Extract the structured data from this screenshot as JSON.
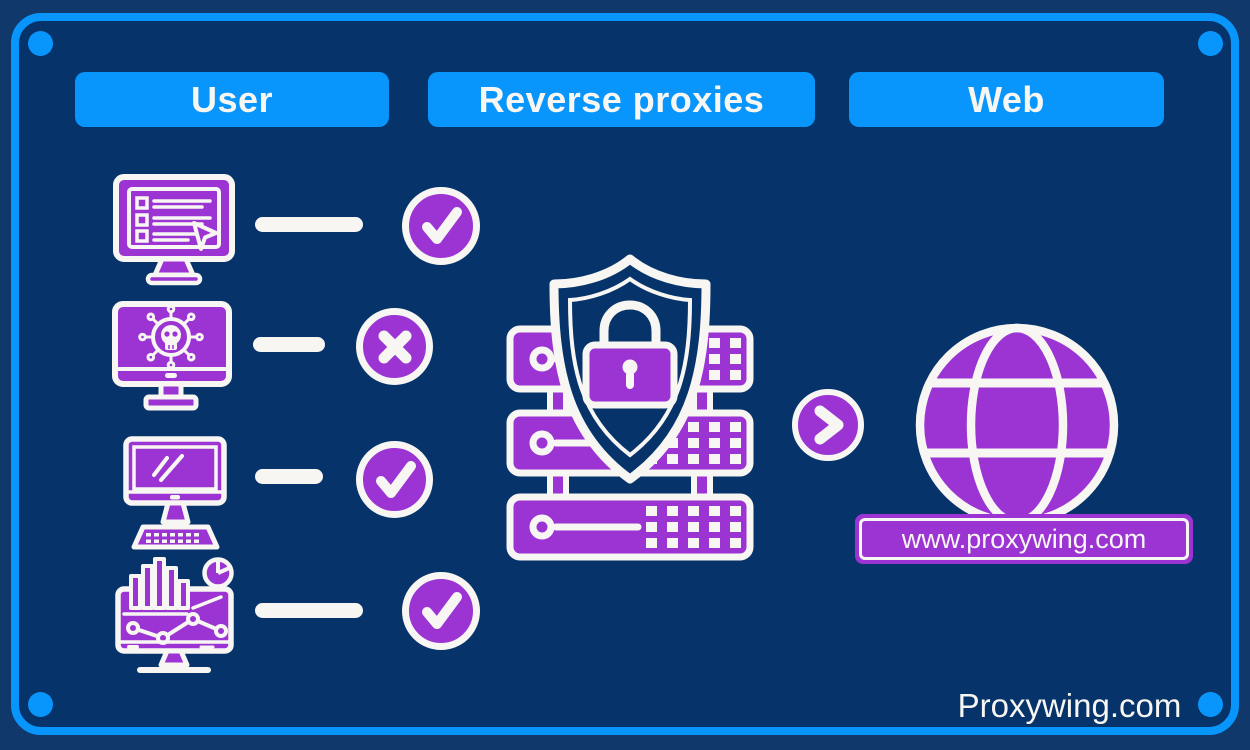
{
  "title": "Reverse proxy flow infographic",
  "colors": {
    "outer_background": "#10386b",
    "panel_background": "#05336a",
    "accent_blue": "#0996fc",
    "icon_purple": "#9b34d3",
    "icon_white": "#f7f6f3"
  },
  "headers": [
    {
      "label": "User"
    },
    {
      "label": "Reverse proxies"
    },
    {
      "label": "Web"
    }
  ],
  "user_column": {
    "devices": [
      {
        "icon": "browser-checklist-monitor",
        "status": "allowed",
        "status_icon": "check-circle"
      },
      {
        "icon": "malware-skull-monitor",
        "status": "blocked",
        "status_icon": "cross-circle"
      },
      {
        "icon": "desktop-computer",
        "status": "allowed",
        "status_icon": "check-circle"
      },
      {
        "icon": "analytics-monitor",
        "status": "allowed",
        "status_icon": "check-circle"
      }
    ]
  },
  "proxy_column": {
    "icon": "shield-lock-server-rack"
  },
  "flow": {
    "arrow_icon": "chevron-right-circle"
  },
  "web_column": {
    "icon": "globe",
    "url_label": "www.proxywing.com"
  },
  "footer": {
    "brand": "Proxywing.com"
  }
}
